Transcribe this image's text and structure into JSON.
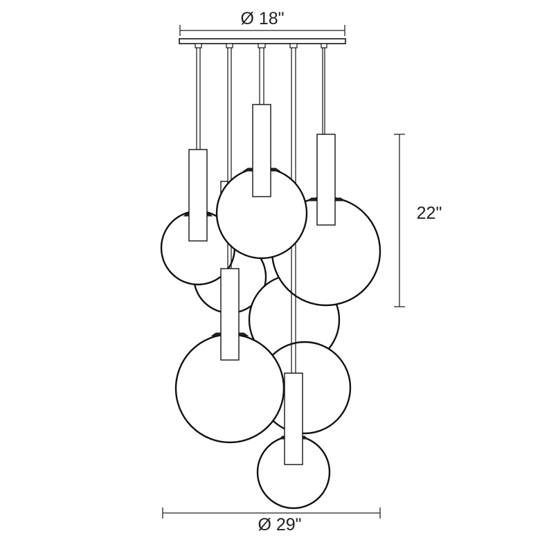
{
  "dimensions": {
    "canopy_diameter": "Ø 18\"",
    "height": "22\"",
    "overall_diameter": "Ø 29\""
  },
  "colors": {
    "line": "#111111",
    "text": "#222222",
    "background": "#ffffff"
  }
}
